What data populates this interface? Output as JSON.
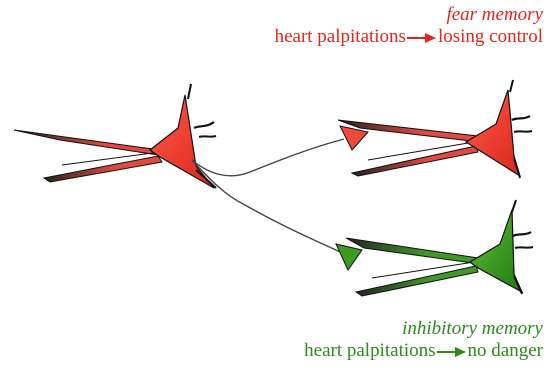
{
  "fear": {
    "title": "fear memory",
    "left": "heart palpitations",
    "right": "losing control",
    "color": "#e8231b"
  },
  "inhibitory": {
    "title": "inhibitory memory",
    "left": "heart palpitations",
    "right": "no danger",
    "color": "#2d8a1c"
  }
}
